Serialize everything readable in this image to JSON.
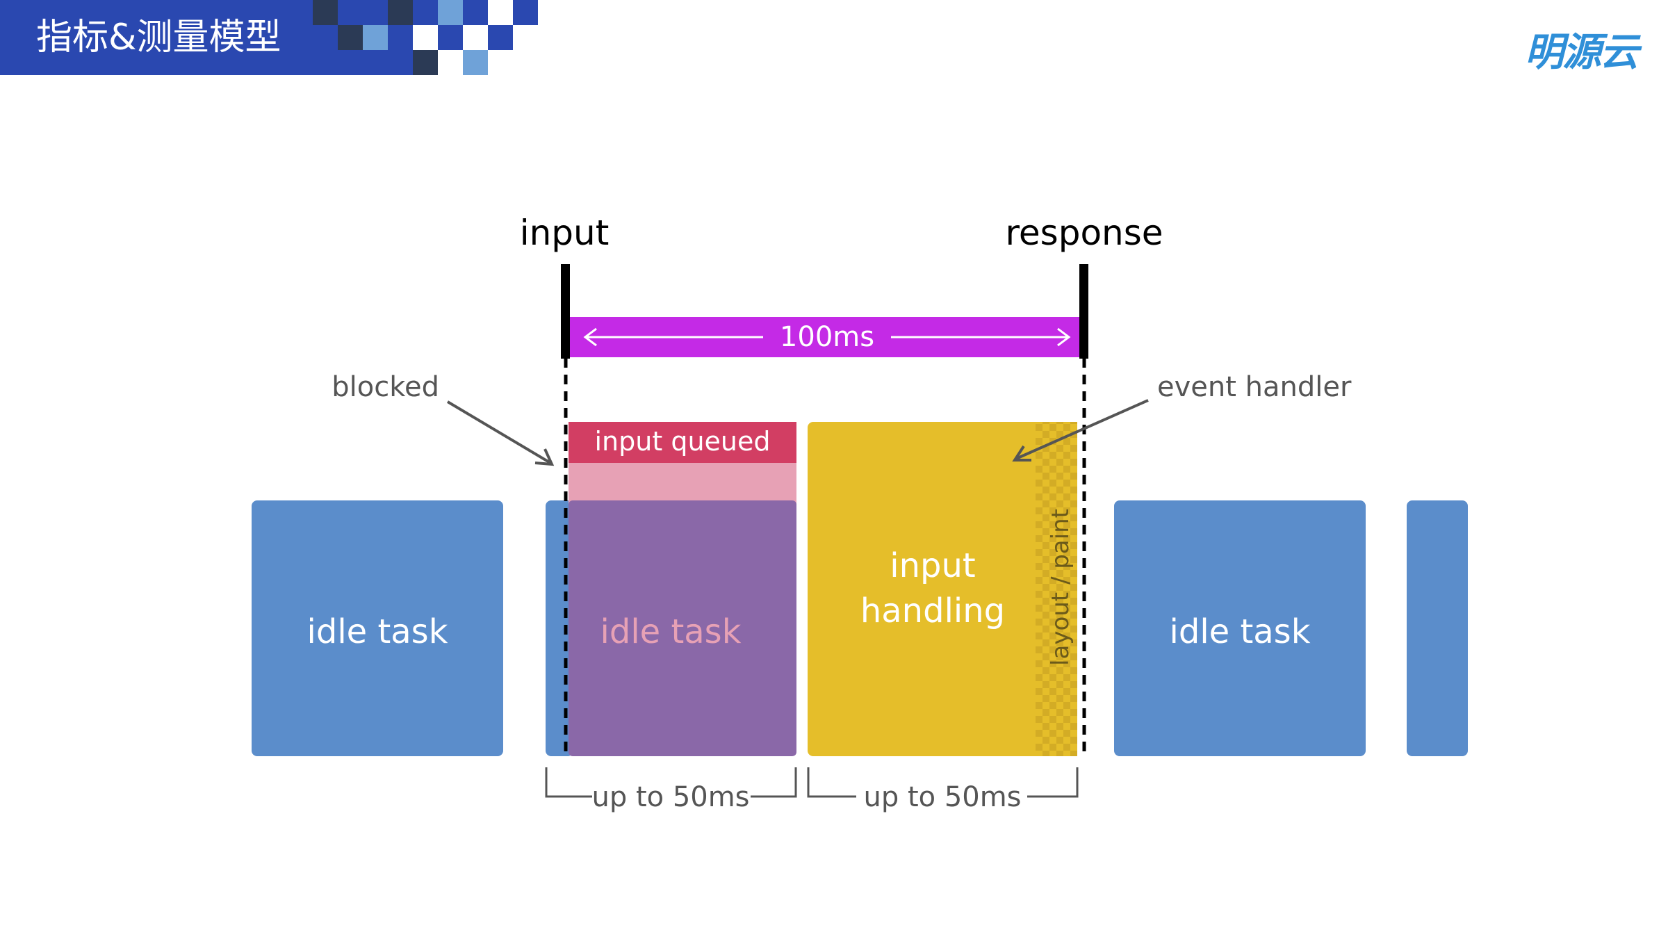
{
  "header": {
    "title": "指标&测量模型",
    "logo_text": "明源云",
    "bar_color": "#2a48b0"
  },
  "diagram": {
    "markers": {
      "input": "input",
      "response": "response"
    },
    "duration_label": "100ms",
    "annotations": {
      "blocked": "blocked",
      "event_handler": "event handler"
    },
    "tasks": {
      "idle_task_1": "idle task",
      "idle_task_2": "idle task",
      "input_queued": "input queued",
      "input_handling_line1": "input",
      "input_handling_line2": "handling",
      "layout_paint": "layout / paint",
      "idle_task_3": "idle task"
    },
    "brackets": {
      "left": "up to 50ms",
      "right": "up to 50ms"
    },
    "colors": {
      "idle_task": "#5b8dcb",
      "blocked_idle": "#8a68a8",
      "queued_strong": "#d23e63",
      "queued_light": "#e7a1b5",
      "handling": "#e5be2a",
      "duration_bar": "#c42ae6"
    }
  }
}
